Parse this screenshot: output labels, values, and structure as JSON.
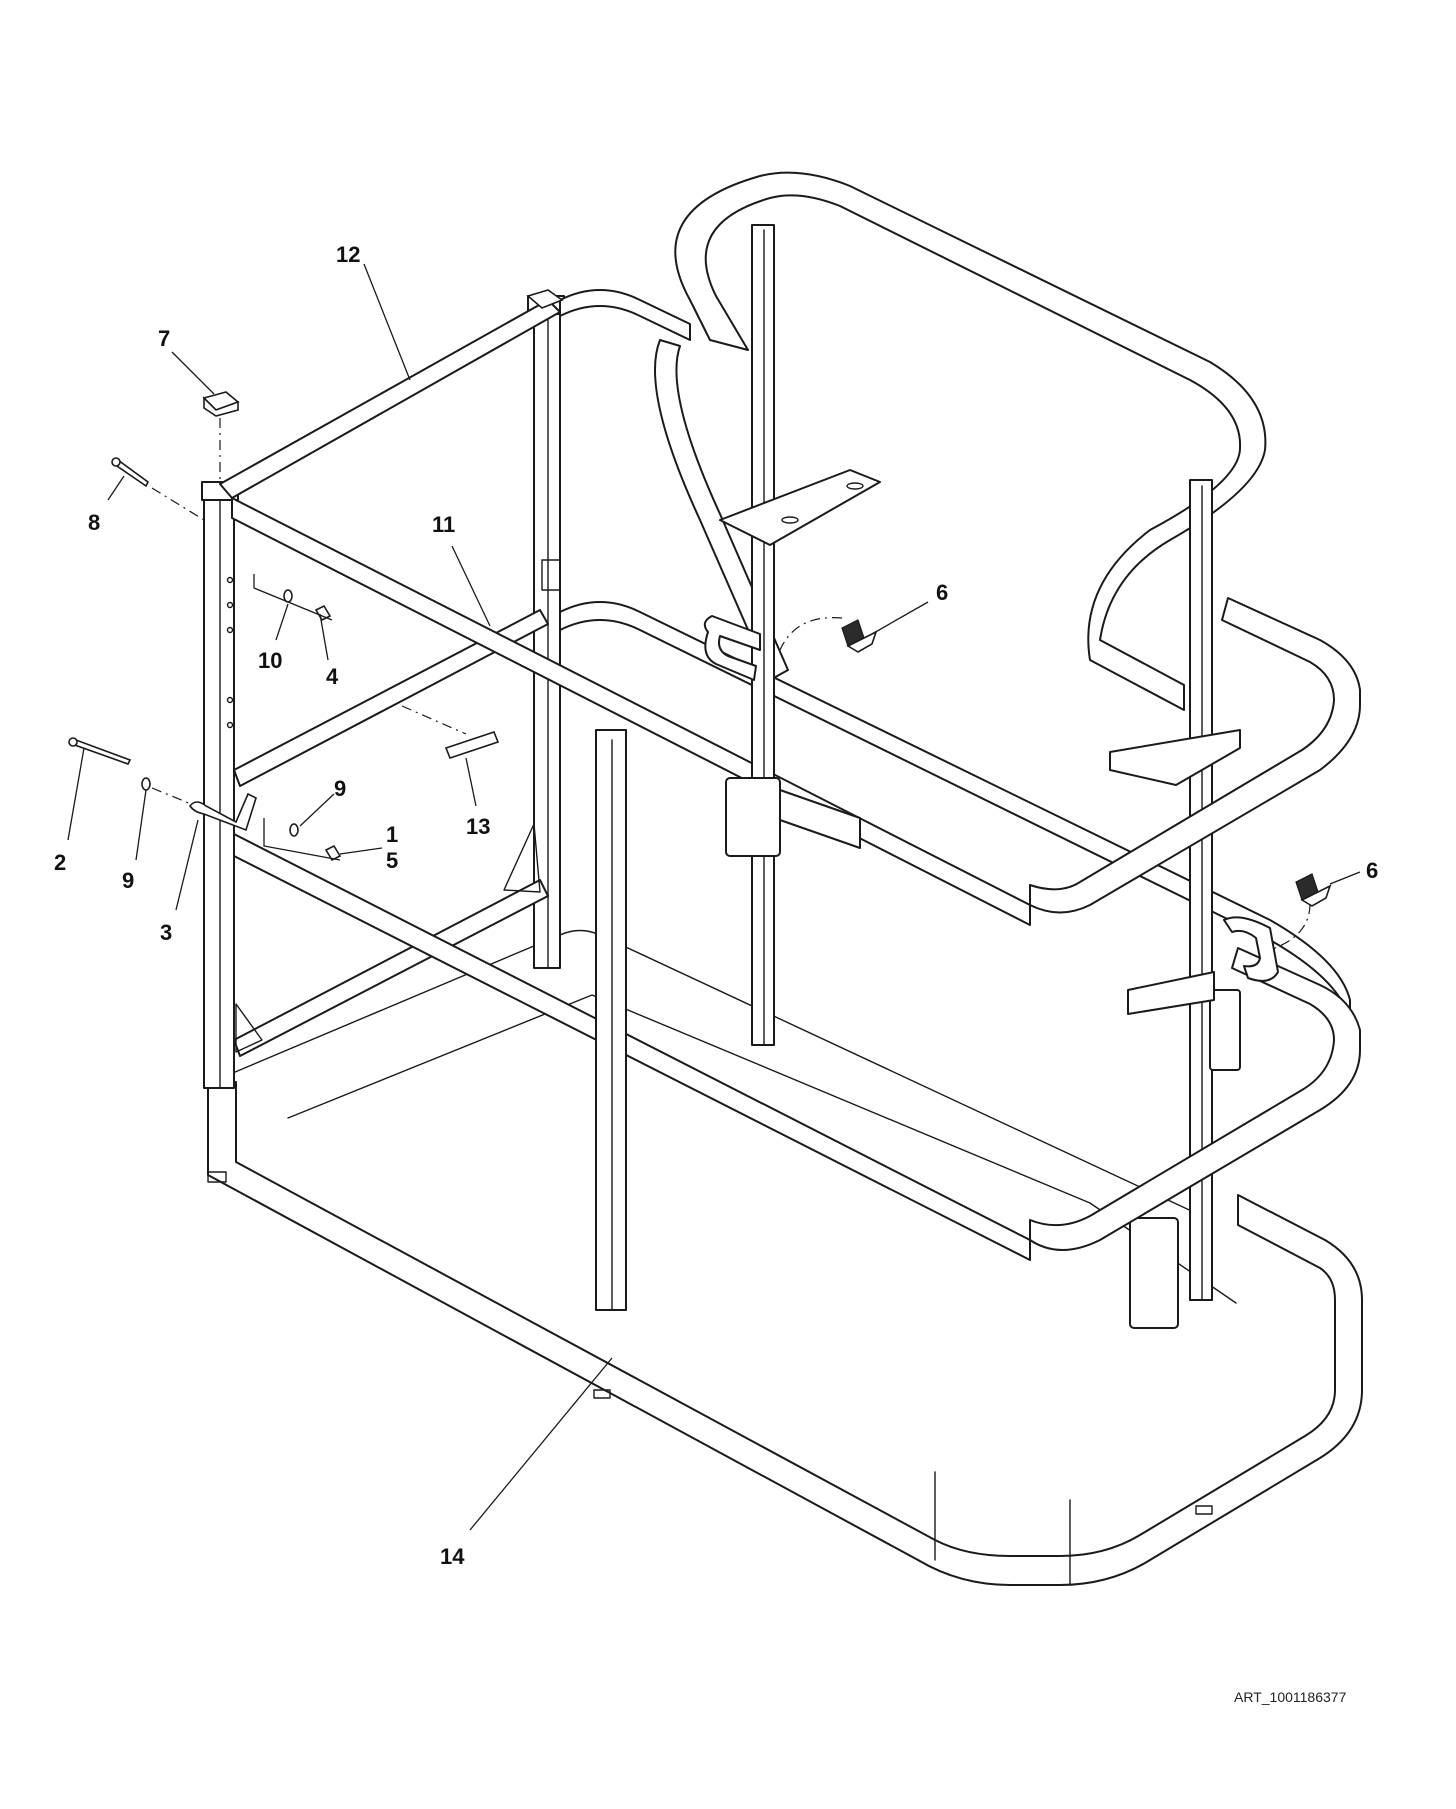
{
  "callouts": {
    "c1": "1",
    "c2": "2",
    "c3": "3",
    "c4": "4",
    "c5": "5",
    "c6a": "6",
    "c6b": "6",
    "c7": "7",
    "c8": "8",
    "c9a": "9",
    "c9b": "9",
    "c10": "10",
    "c11": "11",
    "c12": "12",
    "c13": "13",
    "c14": "14"
  },
  "art_reference": "ART_1001186377"
}
